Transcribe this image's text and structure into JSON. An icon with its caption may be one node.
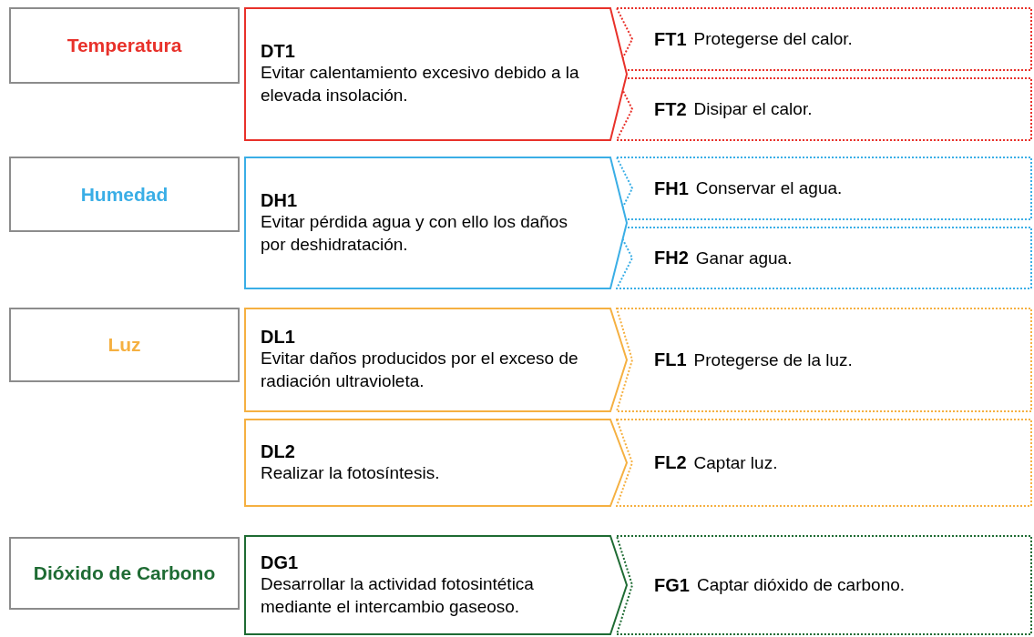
{
  "diagram": {
    "nodes": [
      {
        "text": [
          "Temperatura"
        ]
      },
      {
        "text": [
          "DT1",
          "Evitar calentamiento excesivo debido a la elevada insolación."
        ]
      },
      {
        "text": [
          "FT1",
          "Protegerse del calor."
        ]
      },
      {
        "text": [
          "FT2",
          "Disipar el calor."
        ]
      },
      {
        "text": [
          "Humedad"
        ]
      },
      {
        "text": [
          "DH1",
          "Evitar pérdida agua y con ello los daños por deshidratación."
        ]
      },
      {
        "text": [
          "FH1",
          "Conservar el agua."
        ]
      },
      {
        "text": [
          "FH2",
          "Ganar agua."
        ]
      },
      {
        "text": [
          "Luz"
        ]
      },
      {
        "text": [
          "DL1",
          "Evitar daños producidos por el exceso de radiación ultravioleta."
        ]
      },
      {
        "text": [
          "FL1",
          "Protegerse de la luz."
        ]
      },
      {
        "text": [
          "DL2",
          "Realizar la fotosíntesis."
        ]
      },
      {
        "text": [
          "FL2",
          "Captar luz."
        ]
      },
      {
        "text": [
          "Dióxido de Carbono"
        ]
      },
      {
        "text": [
          "DG1",
          "Desarrollar la actividad fotosintética mediante el intercambio gaseoso."
        ]
      },
      {
        "text": [
          "FG1",
          "Captar dióxido de carbono."
        ]
      }
    ]
  }
}
